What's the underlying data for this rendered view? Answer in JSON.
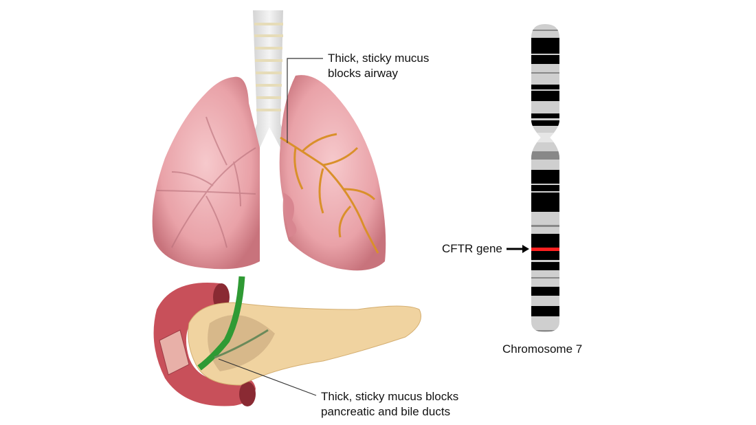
{
  "labels": {
    "airway": [
      "Thick, sticky mucus",
      "blocks airway"
    ],
    "ducts": [
      "Thick, sticky mucus blocks",
      "pancreatic and bile ducts"
    ],
    "gene": "CFTR gene",
    "chromosome": "Chromosome 7"
  },
  "colors": {
    "lung": "#e8a0a6",
    "mucus": "#d9902a",
    "pancreas": "#f0d3a0",
    "bile_duct": "#3aa03a",
    "duodenum": "#c8505a",
    "gene_band": "#ff2020"
  }
}
